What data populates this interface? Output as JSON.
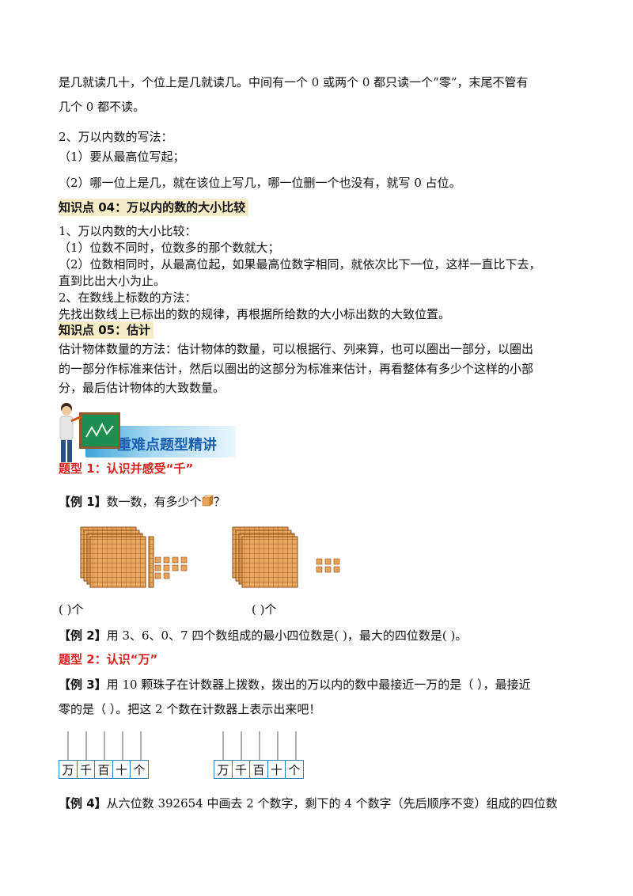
{
  "lines": {
    "l1": "是几就读几十，个位上是几就读几。中间有一个 0 或两个 0 都只读一个“零”，末尾不管有",
    "l2": "几个 0 都不读。",
    "l3": "2、万以内数的写法：",
    "l4": "（1）要从最高位写起；",
    "l5": "（2）哪一位上是几，就在该位上写几，哪一位删一个也没有，就写 0 占位。",
    "kp4": "知识点 04：万以内的数的大小比较",
    "l6": "1、万以内数的大小比较：",
    "l7": "（1）位数不同时，位数多的那个数就大；",
    "l8": "（2）位数相同时，从最高位起，如果最高位数字相同，就依次比下一位，这样一直比下去，",
    "l9": "直到比出大小为止。",
    "l10": "2、在数线上标数的方法：",
    "l11": "先找出数线上已标出的数的规律，再根据所给数的大小标出数的大致位置。",
    "kp5": "知识点 05：估计",
    "l12": "估计物体数量的方法：估计物体的数量，可以根据行、列来算，也可以圈出一部分，以圈出",
    "l13": "的一部分作标准来估计，然后以圈出的这部分为标准来估计，再看整体有多少个这样的小部",
    "l14": "分，最后估计物体的大致数量。"
  },
  "banner": {
    "title": "重难点题型精讲",
    "icon": "teacher-chalkboard-icon"
  },
  "type1": {
    "title": "题型 1：认识并感受“千”"
  },
  "ex1": {
    "tag": "【例 1】",
    "text": "数一数，有多少个",
    "qmark": "？",
    "answer_left": "(               )个",
    "answer_right": "(               )个"
  },
  "ex2": {
    "tag": "【例 2】",
    "text": "用 3、6、0、7 四个数组成的最小四位数是(               )，最大的四位数是(               )。"
  },
  "type2": {
    "title": "题型 2：认识“万”"
  },
  "ex3": {
    "tag": "【例 3】",
    "text1": "用 10 颗珠子在计数器上拨数，拨出的万以内的数中最接近一万的是（    ），最接近",
    "text2": "零的是（    ）。把这 2 个数在计数器上表示出来吧！",
    "abacus_labels": [
      "万",
      "千",
      "百",
      "十",
      "个"
    ]
  },
  "ex4": {
    "tag": "【例 4】",
    "text": "从六位数 392654 中画去 2 个数字，剩下的 4 个数字（先后顺序不变）组成的四位数"
  },
  "colors": {
    "accent_red": "#d6241e",
    "purple": "#6b2d90",
    "cube": "#e8a45a",
    "banner_blue": "#3ea6d8"
  }
}
